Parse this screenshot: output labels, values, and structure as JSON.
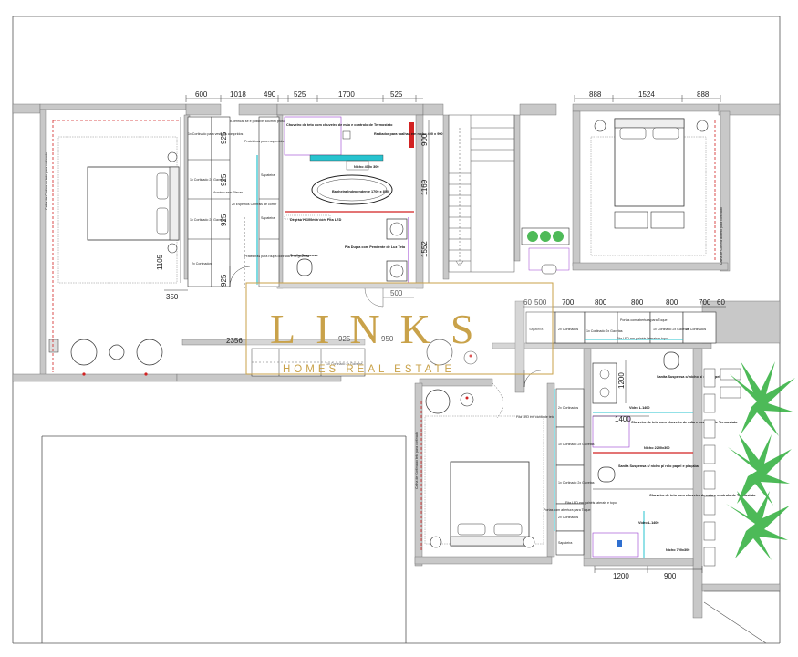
{
  "watermark": {
    "brand": "LINKS",
    "tagline": "HOMES REAL ESTATE"
  },
  "dimensions": {
    "top_left": [
      "600",
      "1018",
      "490",
      "525",
      "1700",
      "525"
    ],
    "top_right": [
      "888",
      "1524",
      "888"
    ],
    "left_side": [
      "925",
      "925",
      "925",
      "925",
      "1105"
    ],
    "bath_right": [
      "900",
      "1169",
      "1552"
    ],
    "bath_bottom": "500",
    "closet_bottom": "350",
    "corridor": [
      "2356",
      "925",
      "950"
    ],
    "mid_right": [
      "60",
      "500",
      "700",
      "800",
      "800",
      "800",
      "700",
      "60"
    ],
    "bath2": [
      "1200",
      "1400"
    ],
    "bottom": [
      "1200",
      "900"
    ]
  },
  "labels": {
    "chuveiro_teto_1": "Chuveiro de teto com chuveiro de mão e controlo de Termostato",
    "radiador": "Radiador para toalhas em nicho 400 x 900",
    "nicho_1": "Nicho 400x 300",
    "banheira": "Banheira Independente 1700 x 800",
    "degrau": "Degrau H.100mm com Fita LED",
    "pia_dupla": "Pia Dupla com Pendente de Luz Teto",
    "sanita_1": "Sanita Suspensa",
    "closet_top": "1x Cortinado para vestidos compridos",
    "verificar": "A verificar se é possível 650mm profundidade conforme posição da janela",
    "prateleiras_1": "Prateleiras para roupa dobrada e 4x gavetas",
    "cort_gav_1": "1x Cortinado 2x Gavetas",
    "cort_gav_2": "1x Cortinado 2x Gavetas",
    "armario_placas": "Armário sem Placas",
    "espelhos": "2x Espelhos Centrais de correr",
    "sapateira_1": "Sapateira",
    "sapateira_2": "Sapateira",
    "prateleiras_2": "Prateleiras para roupa dobrada e 4x gavetas",
    "cortinados_1": "2x Cortinados",
    "cortina_1": "Calha de Cortina ao teto para cortinado",
    "cortina_2": "Calha de Cortina ao teto para cortinado",
    "cortina_3": "Calha de Cortina ao teto para cortinado",
    "closet_corr": "1x Cortinado 2x Gavetas",
    "sap_mid": "Sapateira",
    "cort_mid_1": "2x Cortinados",
    "cort_mid_2": "1x Cortinado 2x Gavetas",
    "portas_toque": "Portas com abertura para Toque",
    "fita_led_1": "Fita LED em painéis laterais e topo",
    "cort_mid_3": "1x Cortinado 2x Gavetas",
    "cort_mid_4": "2x Cortinados",
    "sanita_2": "Sanita Suspensa c/ nicho p/ rolo papel e piaçaba",
    "vidro_1": "Vidro L.1400",
    "chuveiro_teto_2": "Chuveiro de teto com chuveiro de mão e controlo de Termostato",
    "nicho_2": "Nicho 2200x300",
    "sanita_3": "Sanita Suspensa c/ nicho p/ rolo papel e piaçaba",
    "chuveiro_teto_3": "Chuveiro de teto com chuveiro de mão e controlo de Termostato",
    "vidro_2": "Vidro L.1400",
    "nicho_3": "Nicho 700x300",
    "fita_led_2": "Fita LED em canto de teto",
    "cort_r3_1": "2x Cortinados",
    "cort_r3_2": "1x Cortinado 2x Gavetas",
    "cort_r3_3": "1x Cortinado 2x Gavetas",
    "cort_r3_4": "2x Cortinados",
    "fita_led_3": "Fita LED em painéis laterais e topo",
    "portas_toque_2": "Portas com abertura para Toque",
    "sap_r3": "Sapateira"
  },
  "colors": {
    "wall": "#c8c8c8",
    "line": "#333333",
    "accent_red": "#d22222",
    "accent_cyan": "#27c3cf",
    "accent_purple": "#9a3fd0",
    "watermark": "#c9a24a",
    "plant": "#2fae3b"
  }
}
